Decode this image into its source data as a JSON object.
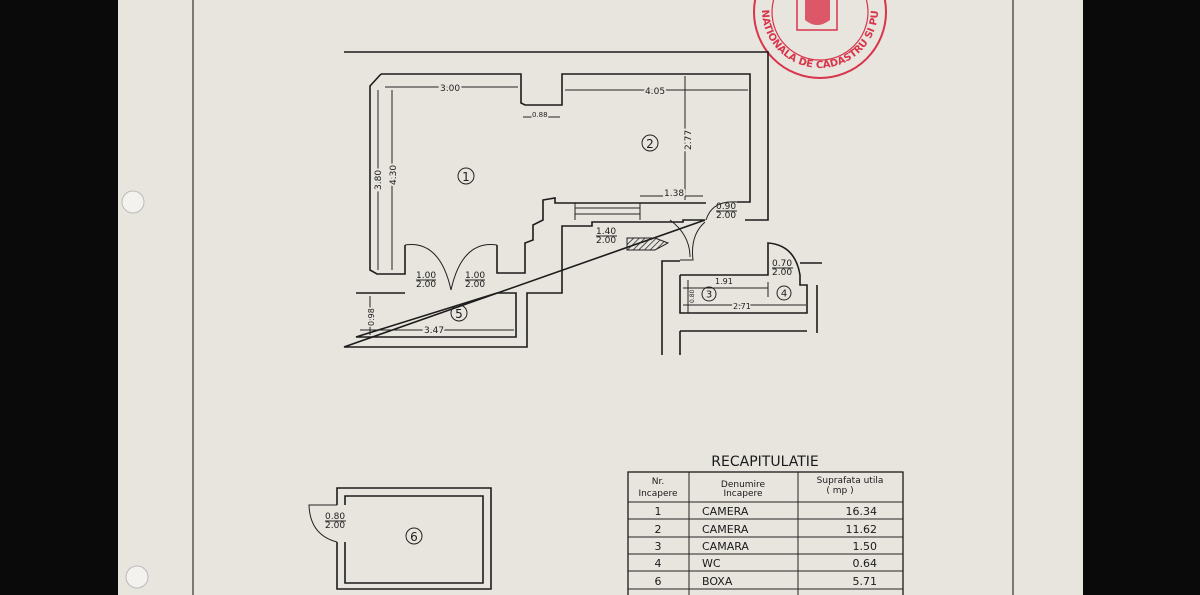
{
  "colors": {
    "paper": "#e8e5df",
    "ink": "#1c1c1c",
    "stamp": "#d8344a",
    "background": "#0a0a0a"
  },
  "stamp": {
    "text": "NATIONALA DE CADASTRU SI PUBLICITATE IMOBILIARA"
  },
  "plan": {
    "rooms": [
      "1",
      "2",
      "3",
      "4",
      "5",
      "6"
    ],
    "dimensions": {
      "d300": "3.00",
      "d088": "0.88",
      "d405": "4.05",
      "d277": "2.77",
      "d380": "3.80",
      "d430": "4.30",
      "d138": "1.38",
      "d347": "3.47",
      "d098": "0.98",
      "d191": "1.91",
      "d271": "2.71",
      "d080": "0.80"
    },
    "doors": [
      {
        "w": "1.00",
        "h": "2.00"
      },
      {
        "w": "1.00",
        "h": "2.00"
      },
      {
        "w": "1.40",
        "h": "2.00"
      },
      {
        "w": "0.90",
        "h": "2.00"
      },
      {
        "w": "0.70",
        "h": "2.00"
      },
      {
        "w": "0.80",
        "h": "2.00"
      }
    ]
  },
  "table": {
    "title": "RECAPITULATIE",
    "headers": [
      [
        "Nr.",
        "Incapere"
      ],
      [
        "Denumire",
        "Incapere"
      ],
      [
        "Suprafata utila",
        "( mp )"
      ]
    ],
    "rows": [
      {
        "nr": "1",
        "name": "CAMERA",
        "area": "16.34"
      },
      {
        "nr": "2",
        "name": "CAMERA",
        "area": "11.62"
      },
      {
        "nr": "3",
        "name": "CAMARA",
        "area": "1.50"
      },
      {
        "nr": "4",
        "name": "WC",
        "area": "0.64"
      },
      {
        "nr": "6",
        "name": "BOXA",
        "area": "5.71"
      }
    ]
  }
}
